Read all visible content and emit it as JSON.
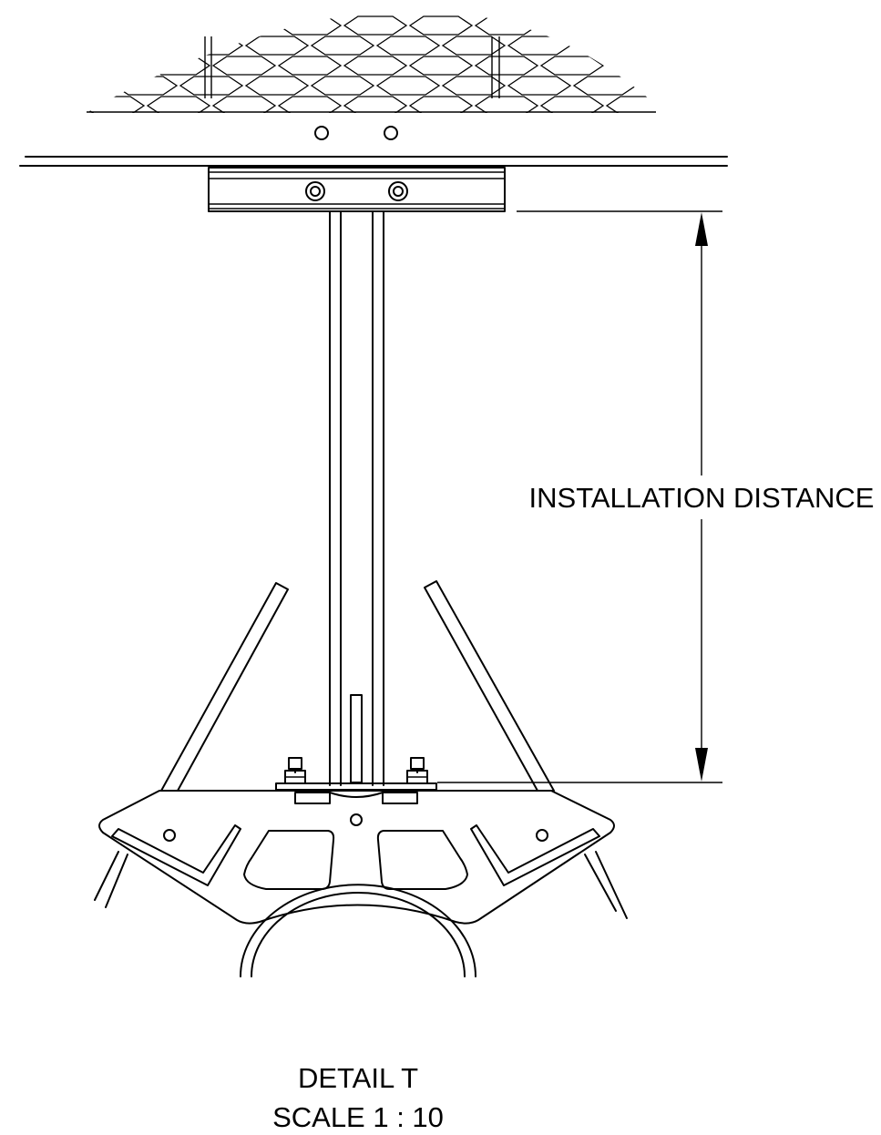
{
  "dimension": {
    "label": "INSTALLATION DISTANCE"
  },
  "title": {
    "line1": "DETAIL T",
    "line2": "SCALE 1 : 10"
  }
}
